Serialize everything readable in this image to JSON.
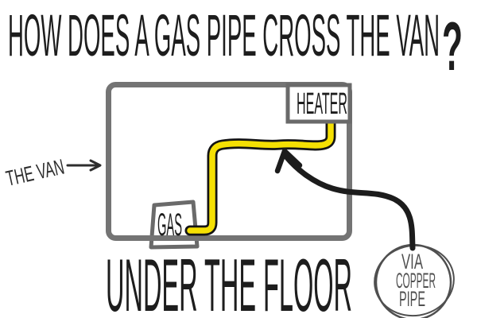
{
  "title": {
    "text": "HOW DOES A GAS PIPE CROSS THE VAN",
    "question_mark": "?"
  },
  "diagram": {
    "van_label": "THE VAN",
    "heater_label": "HEATER",
    "gas_label": "GAS",
    "caption": "UNDER THE FLOOR",
    "copper_note": {
      "line1": "VIA",
      "line2": "COPPER",
      "line3": "PIPE"
    }
  },
  "colors": {
    "ink": "#1d1d1d",
    "pipe_yellow": "#f5e003",
    "pipe_outline": "#141414",
    "van_border": "#747474",
    "box_border": "#6a6a6a",
    "note_ink": "#4f4f4f",
    "arrow_ink": "#1c1c1c",
    "side_label_ink": "#2e2e2e"
  }
}
